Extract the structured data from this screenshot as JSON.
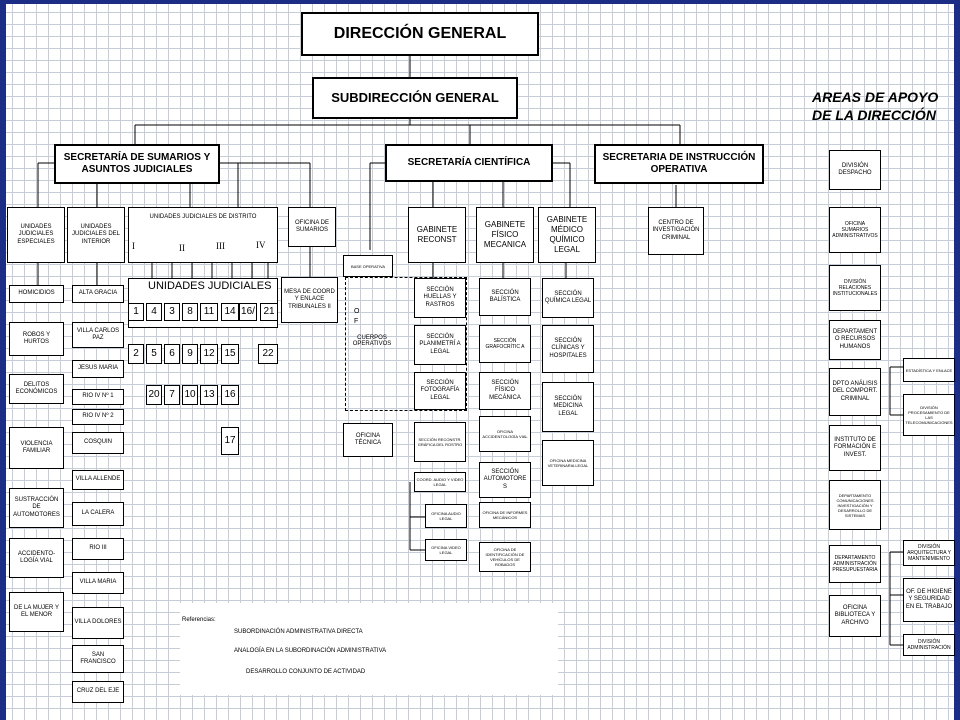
{
  "title": "DIRECCIÓN GENERAL",
  "subdireccion": "SUBDIRECCIÓN GENERAL",
  "areas_apoyo": "AREAS DE APOYO DE LA DIRECCIÓN",
  "secretarias": {
    "sumarios": "SECRETARÍA DE SUMARIOS Y ASUNTOS JUDICIALES",
    "cientifica": "SECRETARÍA CIENTÍFICA",
    "instruccion": "SECRETARIA DE INSTRUCCIÓN OPERATIVA"
  },
  "sumarios_cols": {
    "uj_especiales": "UNIDADES JUDICIALES ESPECIALES",
    "uj_interior": "UNIDADES JUDICIALES DEL INTERIOR",
    "uj_distrito": "UNIDADES JUDICIALES DE DISTRITO",
    "oficina_sumarios": "OFICINA DE SUMARIOS",
    "mesa": "MESA DE COORD Y ENLACE TRIBUNALES II"
  },
  "especiales": [
    "HOMICIDIOS",
    "ROBOS Y HURTOS",
    "DELITOS ECONÓMICOS",
    "VIOLENCIA FAMILIAR",
    "SUSTRACCIÓN DE AUTOMOTORES",
    "ACCIDENTO-LOGÍA VIAL",
    "DE LA MUJER Y EL MENOR"
  ],
  "interior": [
    "ALTA GRACIA",
    "VILLA CARLOS PAZ",
    "JESUS MARIA",
    "RIO IV Nº 1",
    "RIO IV Nº 2",
    "COSQUIN",
    "VILLA ALLENDE",
    "LA CALERA",
    "RIO III",
    "VILLA MARIA",
    "VILLA DOLORES",
    "SAN FRANCISCO",
    "CRUZ DEL EJE"
  ],
  "distrito_romans": [
    "I",
    "II",
    "III",
    "IV"
  ],
  "unidades_judiciales_label": "UNIDADES JUDICIALES",
  "unidades": [
    "1",
    "4",
    "3",
    "8",
    "11",
    "14",
    "16/",
    "21",
    "2",
    "5",
    "6",
    "9",
    "12",
    "15",
    "22",
    "20",
    "7",
    "10",
    "13",
    "16",
    "17"
  ],
  "base_operativa": {
    "title": "BASE OPERATIVA",
    "of": "O F",
    "cuerpos": "CUERPOS OPERATIVOS",
    "oficina_tecnica": "OFICINA TÉCNICA"
  },
  "gabinetes": {
    "reconst": "GABINETE RECONST",
    "fisico": "GABINETE FÍSICO MECANICA",
    "medico": "GABINETE MÉDICO QUÍMICO LEGAL"
  },
  "reconst_items": [
    "SECCIÓN HUELLAS Y RASTROS",
    "SECCIÓN PLANIMETRÍ A LEGAL",
    "SECCIÓN FOTOGRAFÍA LEGAL",
    "SECCIÓN RECONSTR. GRÁFICA DEL ROSTRO",
    "COORD. AUDIO Y VIDEO LEGAL",
    "OFICINA AUDIO LEGAL",
    "OFICINA VIDEO LEGAL"
  ],
  "fisico_items": [
    "SECCIÓN BALÍSTICA",
    "SECCIÓN GRAFOCRÍTIC A",
    "SECCIÓN FÍSICO MECÁNICA",
    "OFICINA ACCIDENTOLOGÍA VIAL",
    "SECCIÓN AUTOMOTORE S",
    "OFICINA DE INFORMES MECÁNICOS",
    "OFICINA DE IDENTIFICACIÓN DE VEHÍCULOS DE ROBADOS"
  ],
  "medico_items": [
    "SECCIÓN QUÍMICA LEGAL",
    "SECCIÓN CLÍNICAS Y HOSPITALES",
    "SECCIÓN MEDICINA LEGAL",
    "OFICINA MEDICINA VETERINARIA LEGAL"
  ],
  "centro": "CENTRO DE INVESTIGACIÓN CRIMINAL",
  "apoyo_items": [
    "DIVISIÓN DESPACHO",
    "OFICINA SUMARIOS ADMINISTRATIVOS",
    "DIVISIÓN RELACIONES INSTITUCIONALES",
    "DEPARTAMENT O RECURSOS HUMANOS",
    "DPTO ANÁLISIS DEL COMPORT. CRIMINAL",
    "INSTITUTO DE FORMACIÓN E INVEST.",
    "DEPARTAMENTO COMUNICACIONES INVESTIGACIÓN Y DESARROLLO DE SISTEMAS",
    "DEPARTAMENTO ADMINISTRACIÓN PRESUPUESTARIA",
    "OFICINA BIBLIOTECA Y ARCHIVO"
  ],
  "apoyo_side": [
    "ESTADÍSTICA Y ENLACE",
    "DIVISIÓN PROCESAMIENTO DE LAS TELECOMUNICACIONES",
    "DIVISIÓN ARQUITECTURA Y MANTENIMIENTO",
    "OF. DE HIGIENE Y SEGURIDAD EN EL TRABAJO",
    "DIVISIÓN ADMINISTRACIÓN"
  ],
  "legend": {
    "title": "Referencias:",
    "items": [
      "SUBORDINACIÓN ADMINISTRATIVA DIRECTA",
      "ANALOGÍA EN LA SUBORDINACIÓN ADMINISTRATIVA",
      "DESARROLLO CONJUNTO DE ACTIVIDAD"
    ]
  }
}
